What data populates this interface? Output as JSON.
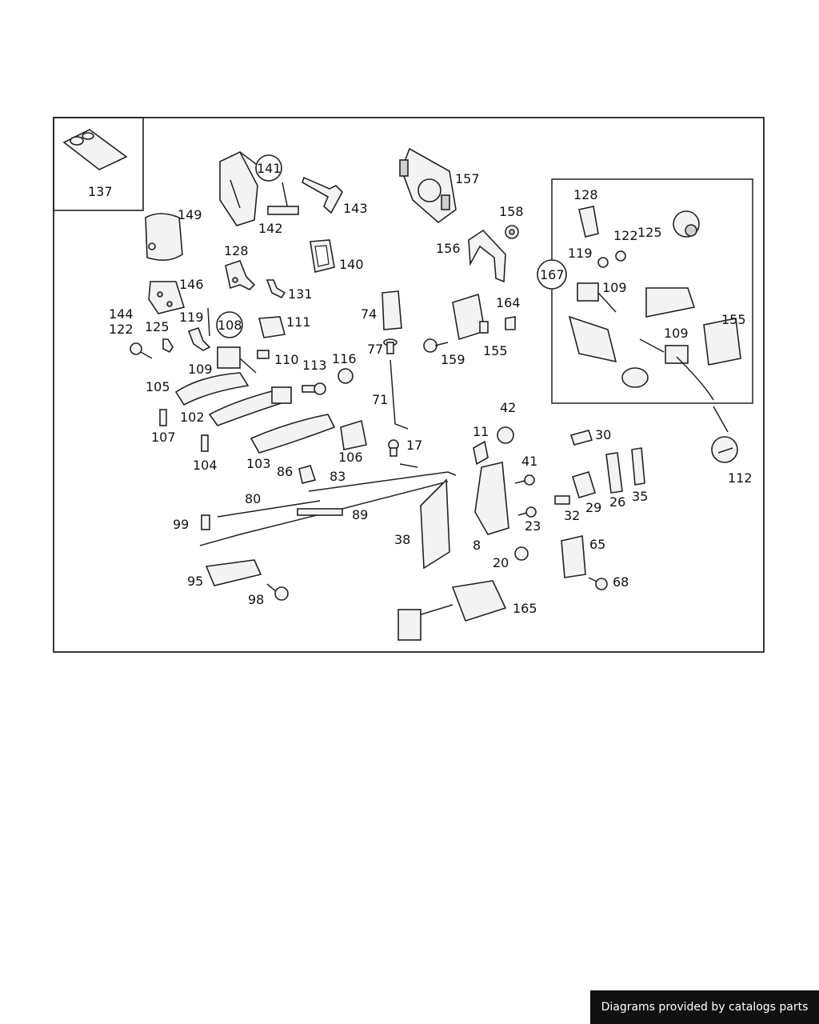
{
  "callouts": {
    "n137": "137",
    "n141": "141",
    "n142": "142",
    "n143": "143",
    "n149": "149",
    "n157": "157",
    "n156": "156",
    "n158": "158",
    "n128": "128",
    "n140": "140",
    "n146": "146",
    "n131": "131",
    "n144": "144",
    "n122": "122",
    "n125": "125",
    "n119": "119",
    "n108": "108",
    "n111": "111",
    "n109": "109",
    "n110": "110",
    "n113": "113",
    "n116": "116",
    "n74": "74",
    "n77": "77",
    "n71": "71",
    "n164": "164",
    "n155": "155",
    "n159": "159",
    "n105": "105",
    "n102": "102",
    "n107": "107",
    "n104": "104",
    "n103": "103",
    "n106": "106",
    "n86": "86",
    "n83": "83",
    "n17": "17",
    "n42": "42",
    "n11": "11",
    "n41": "41",
    "n30": "30",
    "n80": "80",
    "n89": "89",
    "n99": "99",
    "n38": "38",
    "n8": "8",
    "n23": "23",
    "n20": "20",
    "n32": "32",
    "n29": "29",
    "n26": "26",
    "n35": "35",
    "n65": "65",
    "n68": "68",
    "n95": "95",
    "n98": "98",
    "n165": "165",
    "n112": "112",
    "n167": "167"
  },
  "footer": {
    "text": "Diagrams provided by catalogs parts"
  }
}
